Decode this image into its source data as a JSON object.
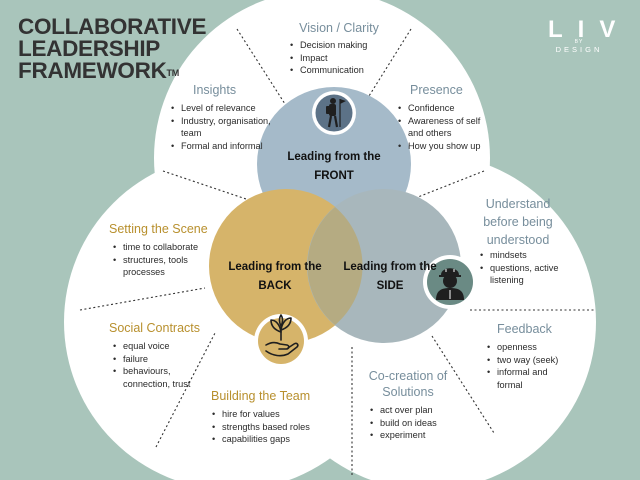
{
  "title": {
    "main": "COLLABORATIVE LEADERSHIP FRAMEWORK",
    "tm": "TM"
  },
  "brand": {
    "main": "LIV",
    "by": "BY",
    "sub": "DESIGN"
  },
  "colors": {
    "background": "#a9c5bb",
    "outer_circle": "#ffffff",
    "front_circle": "#a5bac9",
    "back_circle": "#d6b46a",
    "side_circle": "#a8b7bc",
    "accent_ochre": "#b8902e",
    "accent_grey": "#778e9c"
  },
  "centers": {
    "front": "Leading from the FRONT",
    "back": "Leading from the BACK",
    "side": "Leading from the SIDE"
  },
  "icons": {
    "front": "hiker-with-flag-icon",
    "back": "hand-holding-plant-icon",
    "side": "person-with-hard-hat-icon"
  },
  "sections": {
    "vision": {
      "heading": "Vision / Clarity",
      "items": [
        "Decision making",
        "Impact",
        "Communication"
      ]
    },
    "presence": {
      "heading": "Presence",
      "items": [
        "Confidence",
        "Awareness of self and others",
        "How you show up"
      ]
    },
    "insights": {
      "heading": "Insights",
      "items": [
        "Level of relevance",
        "Industry, organisation, team",
        "Formal and informal"
      ]
    },
    "setting_scene": {
      "heading": "Setting the Scene",
      "items": [
        "time to collaborate",
        "structures, tools processes"
      ]
    },
    "social_contracts": {
      "heading": "Social Contracts",
      "items": [
        "equal voice",
        "failure",
        "behaviours, connection, trust"
      ]
    },
    "building_team": {
      "heading": "Building the Team",
      "items": [
        "hire for values",
        "strengths based roles",
        "capabilities gaps"
      ]
    },
    "cocreation": {
      "heading": "Co-creation of Solutions",
      "items": [
        "act over plan",
        "build on ideas",
        "experiment"
      ]
    },
    "feedback": {
      "heading": "Feedback",
      "items": [
        "openness",
        "two way (seek)",
        "informal and formal"
      ]
    },
    "understand": {
      "heading": "Understand before being understood",
      "items": [
        "mindsets",
        "questions, active listening"
      ]
    }
  }
}
